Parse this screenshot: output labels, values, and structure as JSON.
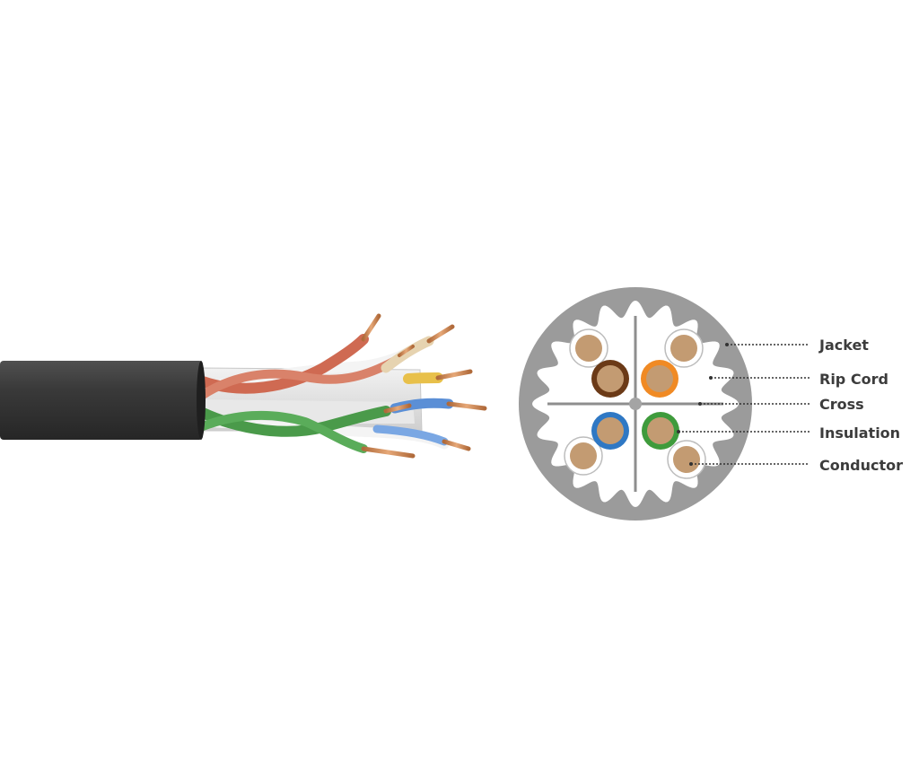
{
  "labels": {
    "jacket": "Jacket",
    "rip_cord": "Rip Cord",
    "cross": "Cross",
    "insulation": "Insulation",
    "conductor": "Conductor"
  },
  "colors": {
    "jacket_dark": "#3a3a3a",
    "jacket_gray": "#9b9b9b",
    "copper": "#c9885a",
    "conductor_fill": "#c39b72",
    "brown": "#6b3a17",
    "orange": "#f08a24",
    "blue": "#2f78c4",
    "green": "#3f9b3c",
    "wire_red": "#cf6a52",
    "wire_green": "#4a9a4a",
    "wire_blue": "#5b8fd6",
    "wire_yellow": "#e8c04a"
  }
}
